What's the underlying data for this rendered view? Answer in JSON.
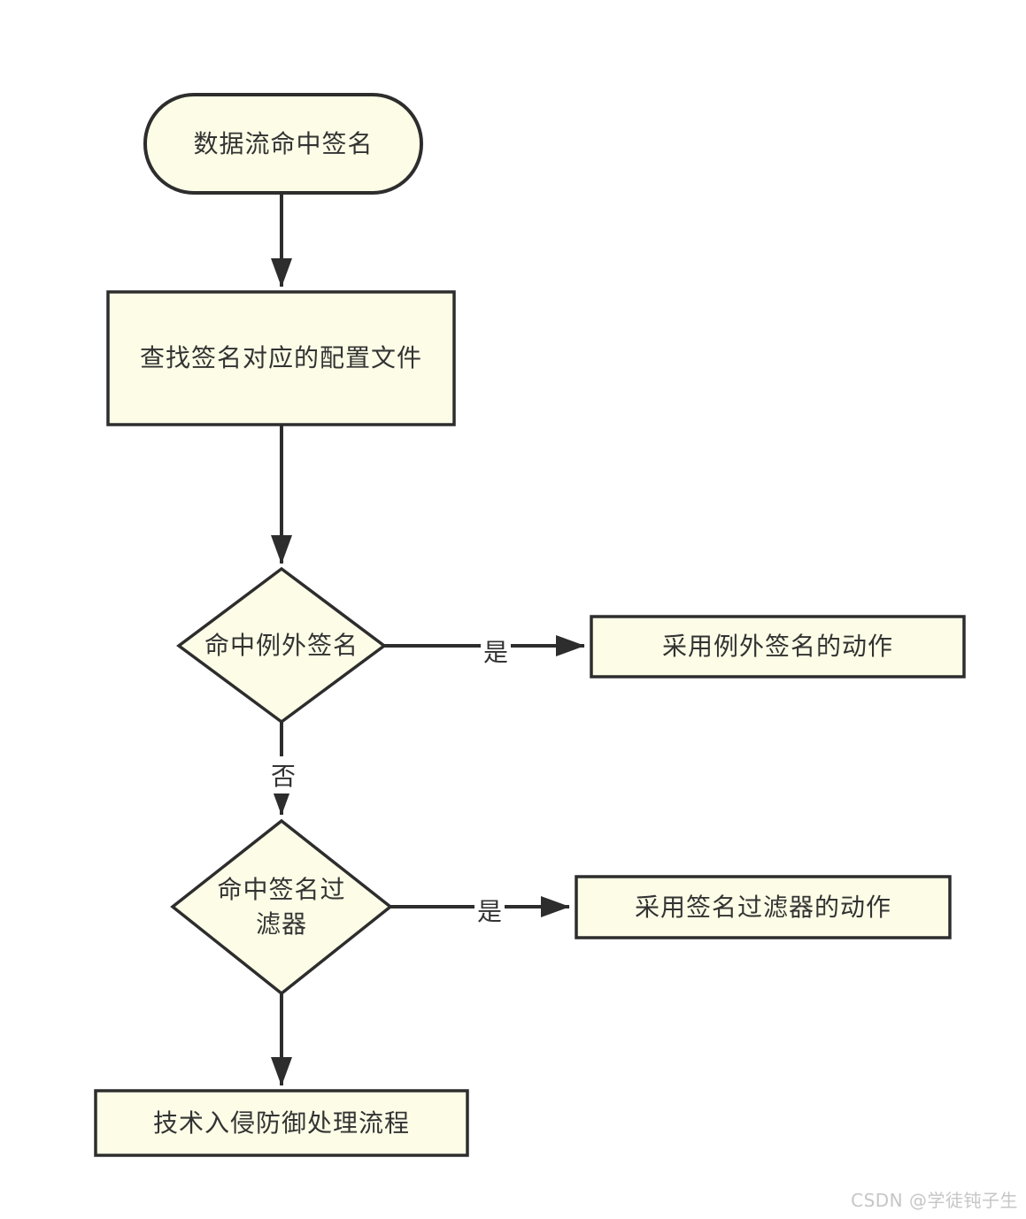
{
  "diagram": {
    "type": "flowchart",
    "colors": {
      "background": "#ffffff",
      "node_fill": "#fdfde7",
      "stroke": "#2d2d2d",
      "text": "#333333",
      "watermark": "#c6c6c6"
    },
    "nodes": {
      "start": {
        "type": "terminator",
        "label": "数据流命中签名"
      },
      "find_config": {
        "type": "process",
        "label": "查找签名对应的配置文件"
      },
      "hit_exception": {
        "type": "decision",
        "label": "命中例外签名"
      },
      "exception_action": {
        "type": "process",
        "label": "采用例外签名的动作"
      },
      "hit_filter": {
        "type": "decision",
        "label": "命中签名过滤器"
      },
      "filter_action": {
        "type": "process",
        "label": "采用签名过滤器的动作"
      },
      "ips_process": {
        "type": "process",
        "label": "技术入侵防御处理流程"
      }
    },
    "edges": {
      "start_to_find": {
        "from": "start",
        "to": "find_config",
        "label": ""
      },
      "find_to_hit_exception": {
        "from": "find_config",
        "to": "hit_exception",
        "label": ""
      },
      "exception_yes": {
        "from": "hit_exception",
        "to": "exception_action",
        "label": "是"
      },
      "exception_no": {
        "from": "hit_exception",
        "to": "hit_filter",
        "label": "否"
      },
      "filter_yes": {
        "from": "hit_filter",
        "to": "filter_action",
        "label": "是"
      },
      "filter_no": {
        "from": "hit_filter",
        "to": "ips_process",
        "label": ""
      }
    },
    "watermark": "CSDN @学徒钝子生"
  }
}
